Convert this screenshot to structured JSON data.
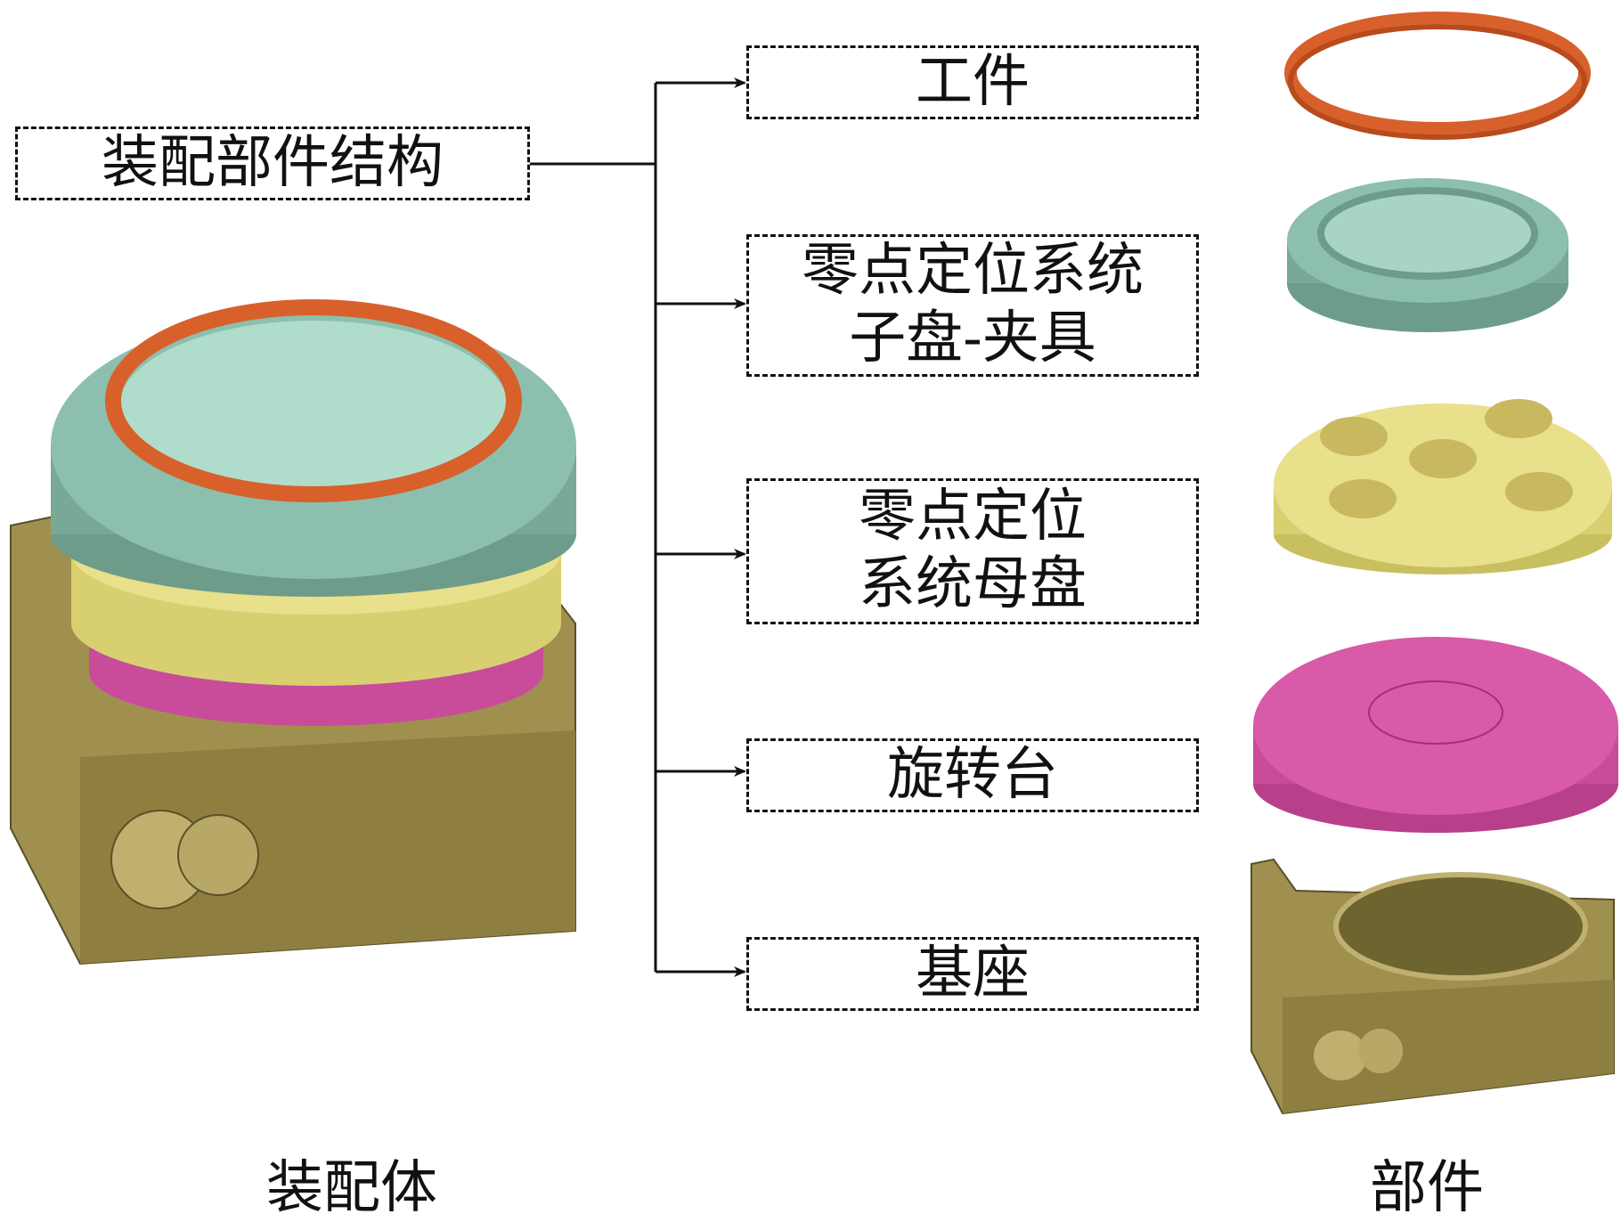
{
  "root": {
    "label": "装配部件结构"
  },
  "components": [
    {
      "lines": [
        "工件"
      ]
    },
    {
      "lines": [
        "零点定位系统",
        "子盘-夹具"
      ]
    },
    {
      "lines": [
        "零点定位",
        "系统母盘"
      ]
    },
    {
      "lines": [
        "旋转台"
      ]
    },
    {
      "lines": [
        "基座"
      ]
    }
  ],
  "captions": {
    "assembly": "装配体",
    "parts": "部件"
  },
  "colors": {
    "workpiece": "#d8602a",
    "sub_plate": "#8cbfae",
    "master_plate": "#e8e08a",
    "rotary_table": "#d85aa8",
    "base": "#9a8a48"
  }
}
